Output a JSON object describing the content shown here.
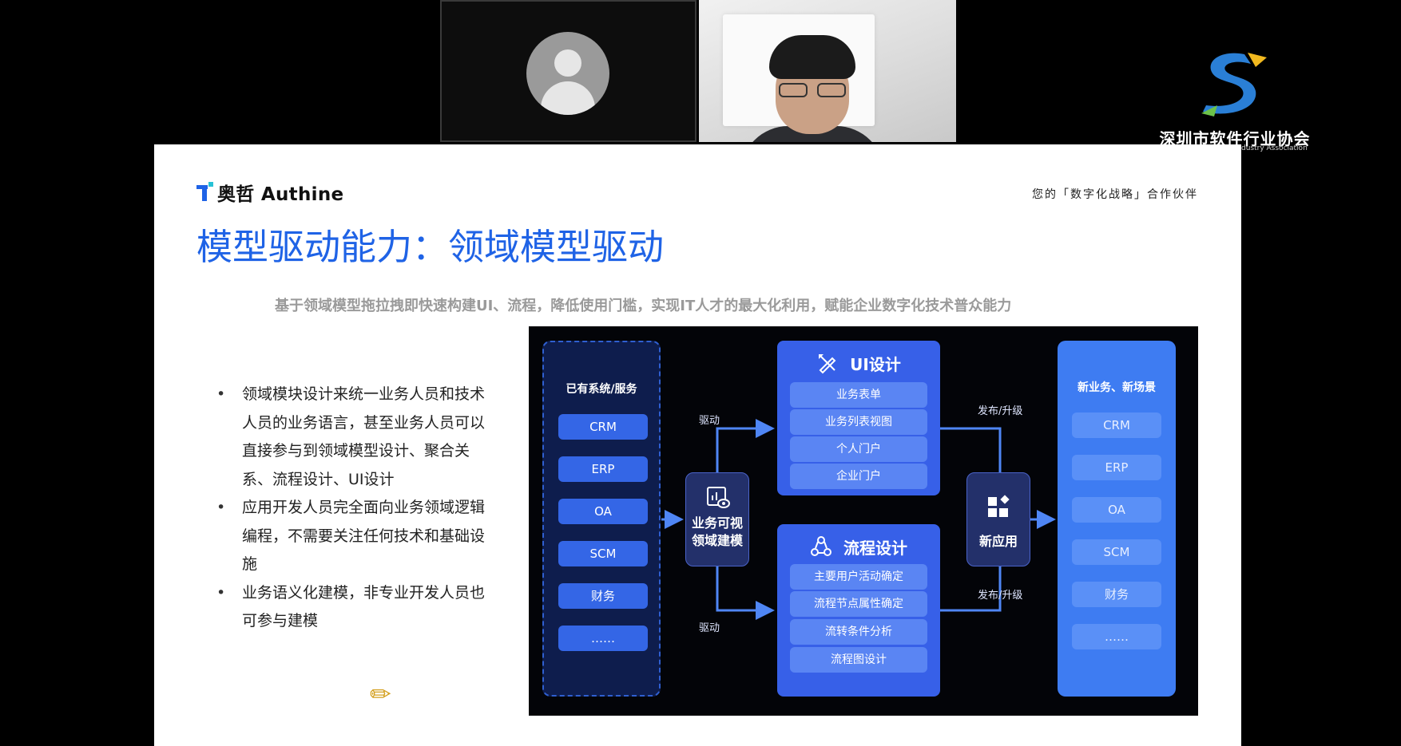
{
  "meeting": {
    "tiles": [
      "participant-avatar-tile",
      "presenter-camera-tile"
    ]
  },
  "association": {
    "name": "深圳市软件行业协会",
    "name_en_visible": "dustry Association"
  },
  "slide": {
    "brand": "奥哲 Authine",
    "tagline": "您的「数字化战略」合作伙伴",
    "title": "模型驱动能力：领域模型驱动",
    "subtitle": "基于领域模型拖拉拽即快速构建UI、流程，降低使用门槛，实现IT人才的最大化利用，赋能企业数字化技术普众能力",
    "bullets": [
      "领域模块设计来统一业务人员和技术人员的业务语言，甚至业务人员可以直接参与到领域模型设计、聚合关系、流程设计、UI设计",
      "应用开发人员完全面向业务领域逻辑编程，不需要关注任何技术和基础设施",
      "业务语义化建模，非专业开发人员也可参与建模"
    ],
    "pencil_icon": "pencil-icon"
  },
  "diagram": {
    "left_column": {
      "title": "已有系统/服务",
      "items": [
        "CRM",
        "ERP",
        "OA",
        "SCM",
        "财务",
        "……"
      ]
    },
    "center": {
      "label_line1": "业务可视",
      "label_line2": "领域建模"
    },
    "drive_top": "驱动",
    "drive_bottom": "驱动",
    "ui_design": {
      "title": "UI设计",
      "items": [
        "业务表单",
        "业务列表视图",
        "个人门户",
        "企业门户"
      ]
    },
    "flow_design": {
      "title": "流程设计",
      "items": [
        "主要用户活动确定",
        "流程节点属性确定",
        "流转条件分析",
        "流程图设计"
      ]
    },
    "publish_top": "发布/升级",
    "publish_bottom": "发布/升级",
    "new_app": {
      "label": "新应用"
    },
    "right_column": {
      "title": "新业务、新场景",
      "items": [
        "CRM",
        "ERP",
        "OA",
        "SCM",
        "财务",
        "……"
      ]
    }
  },
  "colors": {
    "title_blue": "#1f63e6",
    "diagram_bg": "#030408",
    "box_blue": "#3760e8",
    "right_column_blue": "#3e7cf2"
  }
}
